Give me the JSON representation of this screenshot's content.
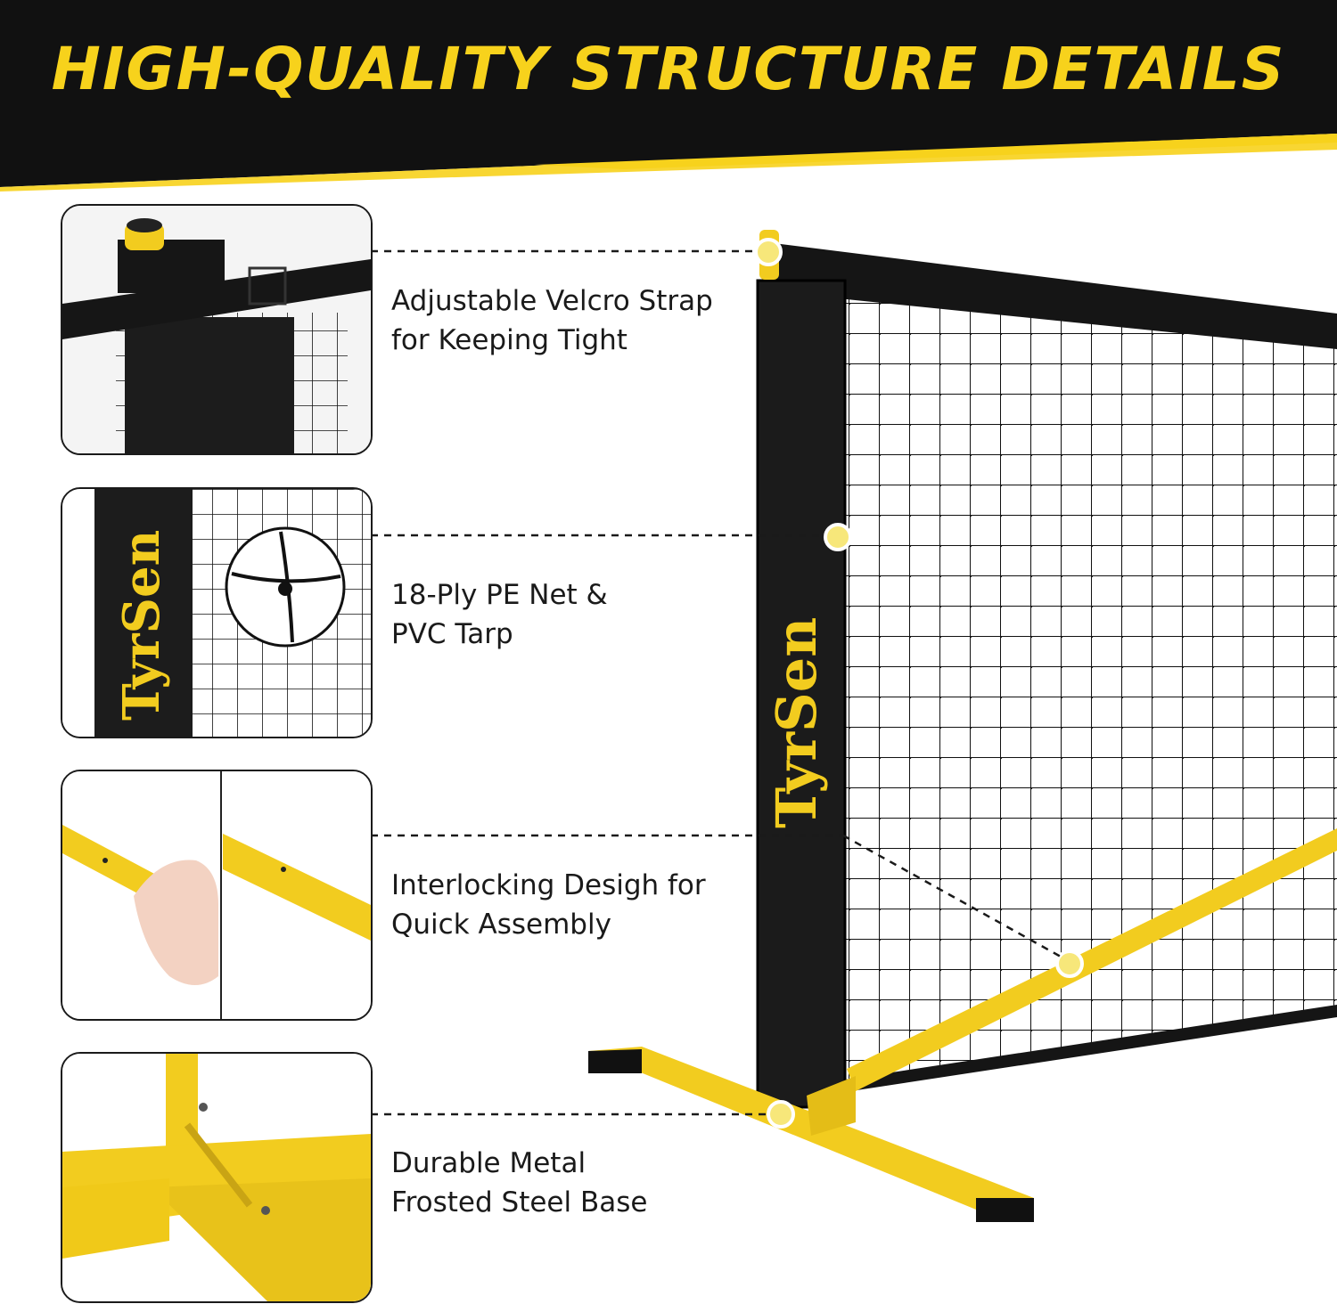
{
  "header": {
    "title": "HIGH-QUALITY STRUCTURE DETAILS"
  },
  "brand": {
    "logo_text": "TyrSen"
  },
  "features": [
    {
      "line1": "Adjustable Velcro Strap",
      "line2": "for Keeping Tight"
    },
    {
      "line1": "18-Ply PE Net &",
      "line2": "PVC Tarp"
    },
    {
      "line1": "Interlocking Desigh for",
      "line2": "Quick Assembly"
    },
    {
      "line1": "Durable Metal",
      "line2": "Frosted Steel Base"
    }
  ],
  "colors": {
    "accent_yellow": "#f7d21c",
    "frame_yellow": "#f2cc1f",
    "dark": "#111111"
  }
}
